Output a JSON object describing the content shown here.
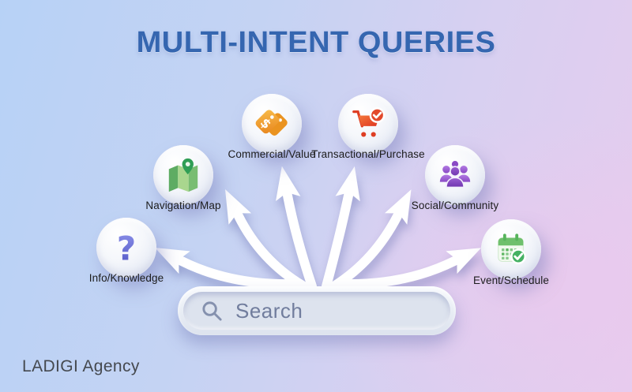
{
  "title": "MULTI-INTENT QUERIES",
  "brand": "LADIGI Agency",
  "search": {
    "placeholder": "Search",
    "icon": "magnifier-icon"
  },
  "intents": [
    {
      "label": "Info/Knowledge",
      "icon": "question-mark-icon",
      "accent": "#6a6fd0"
    },
    {
      "label": "Navigation/Map",
      "icon": "map-pin-icon",
      "accent": "#57b06a"
    },
    {
      "label": "Commercial/Value",
      "icon": "price-tags-icon",
      "accent": "#f0a12c"
    },
    {
      "label": "Transactional/Purchase",
      "icon": "shopping-cart-icon",
      "accent": "#e2492c"
    },
    {
      "label": "Social/Community",
      "icon": "people-icon",
      "accent": "#8a4ac5"
    },
    {
      "label": "Event/Schedule",
      "icon": "calendar-check-icon",
      "accent": "#45b163"
    }
  ],
  "colors": {
    "title_text": "#3566b0",
    "background_top_left": "#b7d2f6",
    "background_bottom_right": "#e6ccee",
    "arrow_fill": "#ffffff",
    "label_text": "#1c1c1c",
    "search_text": "#717d9d",
    "brand_text": "#45494f"
  }
}
